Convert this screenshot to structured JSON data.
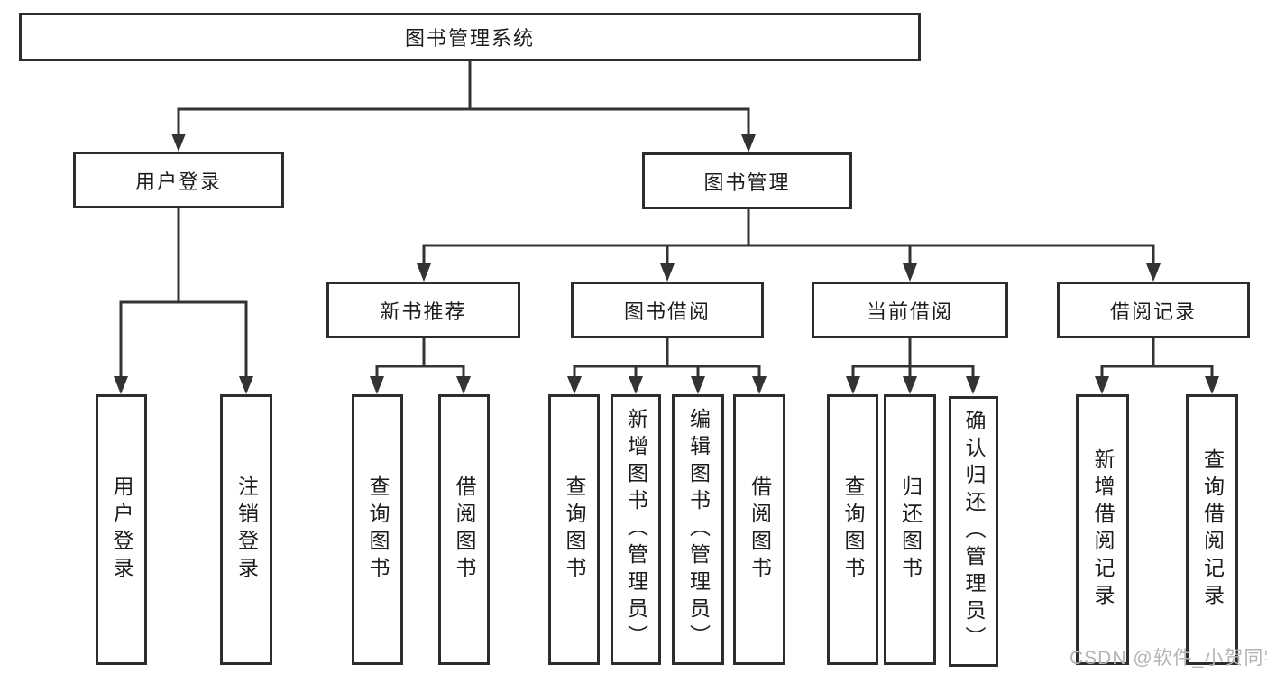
{
  "diagram": {
    "root": {
      "label": "图书管理系统"
    },
    "level2": {
      "user_login": {
        "label": "用户登录"
      },
      "book_mgmt": {
        "label": "图书管理"
      }
    },
    "level3": {
      "new_books": {
        "label": "新书推荐"
      },
      "book_borrow": {
        "label": "图书借阅"
      },
      "current_borrow": {
        "label": "当前借阅"
      },
      "borrow_records": {
        "label": "借阅记录"
      }
    },
    "leaves": {
      "login": {
        "label": "用户登录"
      },
      "logout": {
        "label": "注销登录"
      },
      "nb_query": {
        "label": "查询图书"
      },
      "nb_borrow": {
        "label": "借阅图书"
      },
      "bb_query": {
        "label": "查询图书"
      },
      "bb_add": {
        "label": "新增图书（管理员）"
      },
      "bb_edit": {
        "label": "编辑图书（管理员）"
      },
      "bb_borrow": {
        "label": "借阅图书"
      },
      "cb_query": {
        "label": "查询图书"
      },
      "cb_return": {
        "label": "归还图书"
      },
      "cb_confirm": {
        "label": "确认归还（管理员）"
      },
      "br_add": {
        "label": "新增借阅记录"
      },
      "br_query": {
        "label": "查询借阅记录"
      }
    }
  },
  "watermark": {
    "text": "CSDN @软件_小贺同学"
  },
  "colors": {
    "line": "#333333",
    "box_border": "#2d2d2d",
    "text": "#1c1c1c",
    "watermark": "#b4b4b4",
    "background": "#ffffff"
  }
}
